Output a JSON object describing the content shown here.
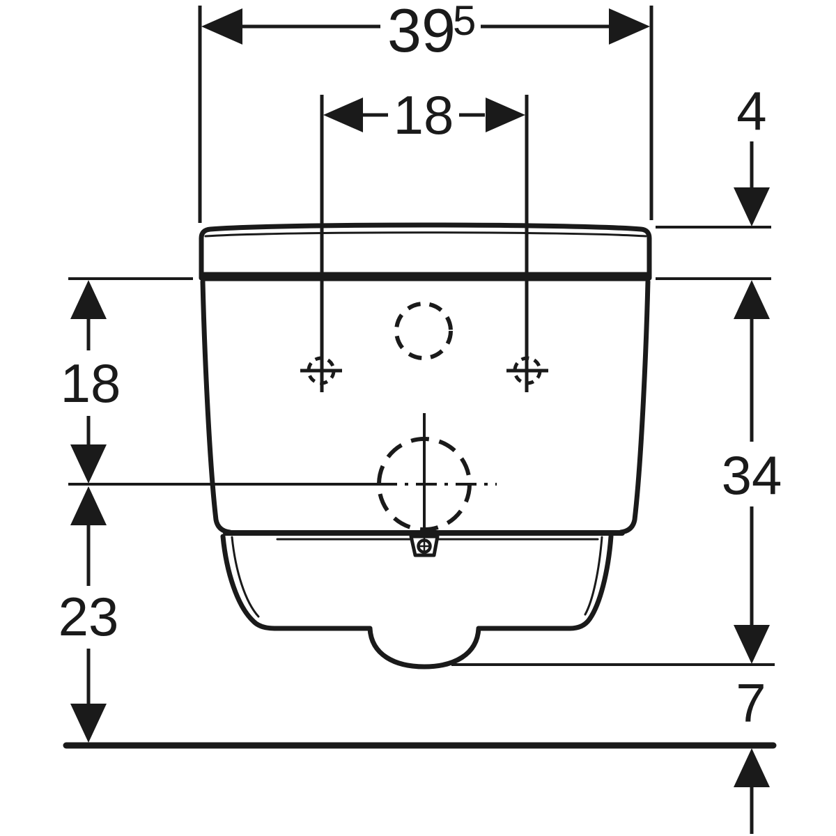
{
  "drawing": {
    "background_color": "#ffffff",
    "line_color": "#1a1a1a",
    "labels": {
      "width_total": {
        "value": "39",
        "superscript": "5"
      },
      "hole_spacing": "18",
      "lid_height": "4",
      "upper_height_left": "18",
      "body_height": "34",
      "lower_height_left": "23",
      "floor_clearance": "7"
    }
  }
}
